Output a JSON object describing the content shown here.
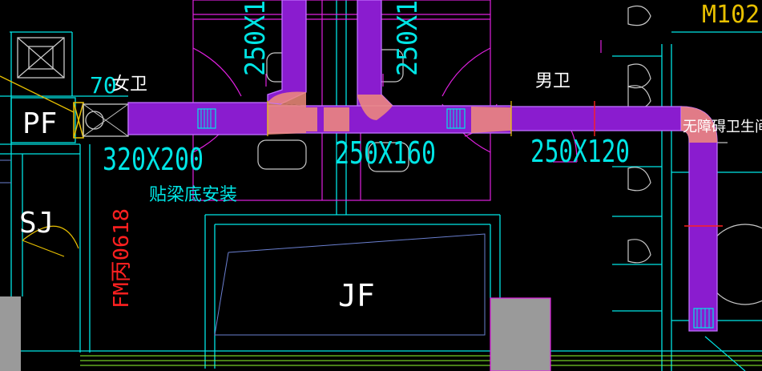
{
  "colors": {
    "background": "#000000",
    "wall": "#00e5e5",
    "partition": "#e020e0",
    "duct_fill": "#8a1ccf",
    "duct_edge": "#c070ff",
    "fitting": "#f08c7a",
    "text_cyan": "#00e5e5",
    "text_white": "#ffffff",
    "text_red": "#ff2020",
    "text_yellow": "#e8c000",
    "gray_block": "#9a9a9a",
    "floor_line": "#90ff30",
    "damper": "#e8c000"
  },
  "labels": {
    "fan_code": "PF",
    "fan_size": "70",
    "womens_room": "女卫",
    "duct_main": "320X200",
    "install_note": "贴梁底安装",
    "duct_mid": "250X160",
    "mens_room": "男卫",
    "duct_right": "250X120",
    "accessible_room": "无障碍卫生间",
    "riser_1": "250X1",
    "riser_2": "250X1",
    "shaft_code": "SJ",
    "fire_door": "FM丙0618",
    "door_code": "M102",
    "room_jf": "JF"
  }
}
